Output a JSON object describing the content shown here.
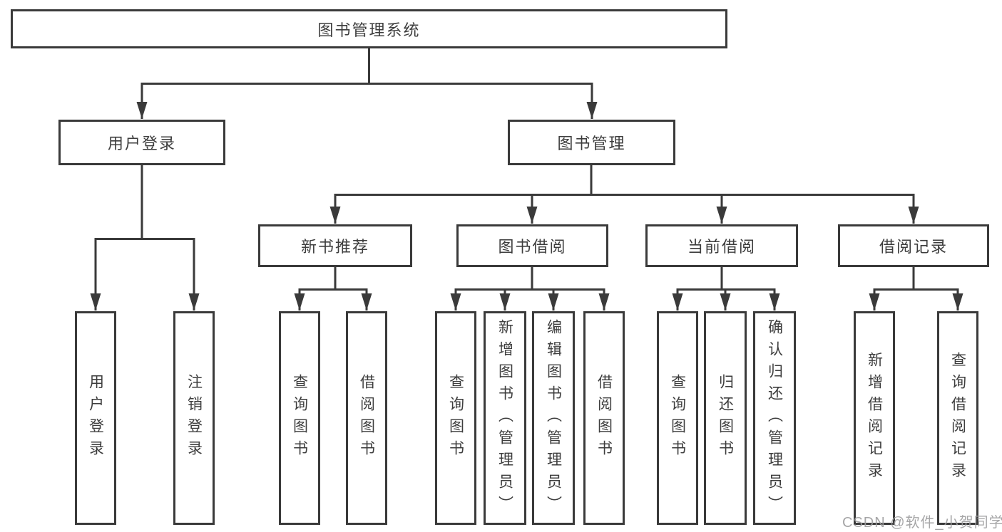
{
  "colors": {
    "line": "#3a3a3a",
    "box_border": "#3a3a3a",
    "text": "#3d3d3d",
    "watermark": "#9e9ea0",
    "background": "#ffffff"
  },
  "tree": {
    "root": {
      "label": "图书管理系统"
    },
    "branches": [
      {
        "label": "用户登录",
        "children": [
          "用户登录",
          "注销登录"
        ]
      },
      {
        "label": "图书管理",
        "sections": [
          {
            "label": "新书推荐",
            "children": [
              "查询图书",
              "借阅图书"
            ]
          },
          {
            "label": "图书借阅",
            "children": [
              "查询图书",
              "新增图书（管理员）",
              "编辑图书（管理员）",
              "借阅图书"
            ]
          },
          {
            "label": "当前借阅",
            "children": [
              "查询图书",
              "归还图书",
              "确认归还（管理员）"
            ]
          },
          {
            "label": "借阅记录",
            "children": [
              "新增借阅记录",
              "查询借阅记录"
            ]
          }
        ]
      }
    ]
  },
  "watermark": {
    "text": "CSDN @软件_小贺同学"
  }
}
